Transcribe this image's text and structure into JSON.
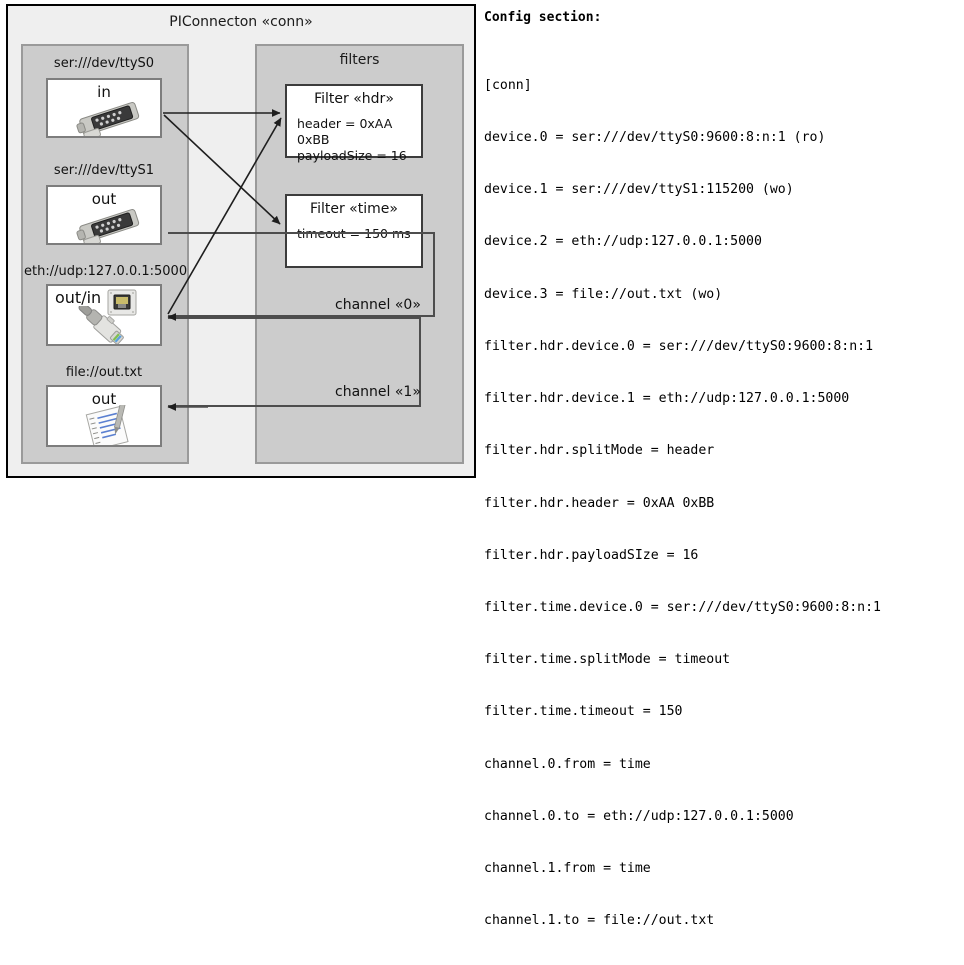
{
  "diagram": {
    "title": "PIConnecton «conn»",
    "devices_panel": {
      "name": "devices-panel",
      "items": [
        {
          "label": "ser:///dev/ttyS0",
          "direction": "in",
          "icon": "serial-port-icon"
        },
        {
          "label": "ser:///dev/ttyS1",
          "direction": "out",
          "icon": "serial-port-icon"
        },
        {
          "label": "eth://udp:127.0.0.1:5000",
          "direction": "out/in",
          "icon": "ethernet-jack-icon"
        },
        {
          "label": "file://out.txt",
          "direction": "out",
          "icon": "text-file-icon"
        }
      ]
    },
    "filters_panel": {
      "title": "filters",
      "filters": [
        {
          "title": "Filter «hdr»",
          "props": [
            "header = 0xAA 0xBB",
            "payloadSize = 16"
          ]
        },
        {
          "title": "Filter «time»",
          "props": [
            "timeout = 150 ms"
          ]
        }
      ]
    },
    "channels": [
      {
        "label": "channel «0»"
      },
      {
        "label": "channel «1»"
      }
    ]
  },
  "config": {
    "heading": "Config section:",
    "lines": [
      "[conn]",
      "device.0 = ser:///dev/ttyS0:9600:8:n:1 (ro)",
      "device.1 = ser:///dev/ttyS1:115200 (wo)",
      "device.2 = eth://udp:127.0.0.1:5000",
      "device.3 = file://out.txt (wo)",
      "filter.hdr.device.0 = ser:///dev/ttyS0:9600:8:n:1",
      "filter.hdr.device.1 = eth://udp:127.0.0.1:5000",
      "filter.hdr.splitMode = header",
      "filter.hdr.header = 0xAA 0xBB",
      "filter.hdr.payloadSIze = 16",
      "filter.time.device.0 = ser:///dev/ttyS0:9600:8:n:1",
      "filter.time.splitMode = timeout",
      "filter.time.timeout = 150",
      "channel.0.from = time",
      "channel.0.to = eth://udp:127.0.0.1:5000",
      "channel.1.from = time",
      "channel.1.to = file://out.txt"
    ]
  },
  "colors": {
    "canvas": "#efefef",
    "panel": "#cccccc",
    "panel_border": "#9a9a9a",
    "box_fill": "#ffffff",
    "wire": "#333333"
  }
}
